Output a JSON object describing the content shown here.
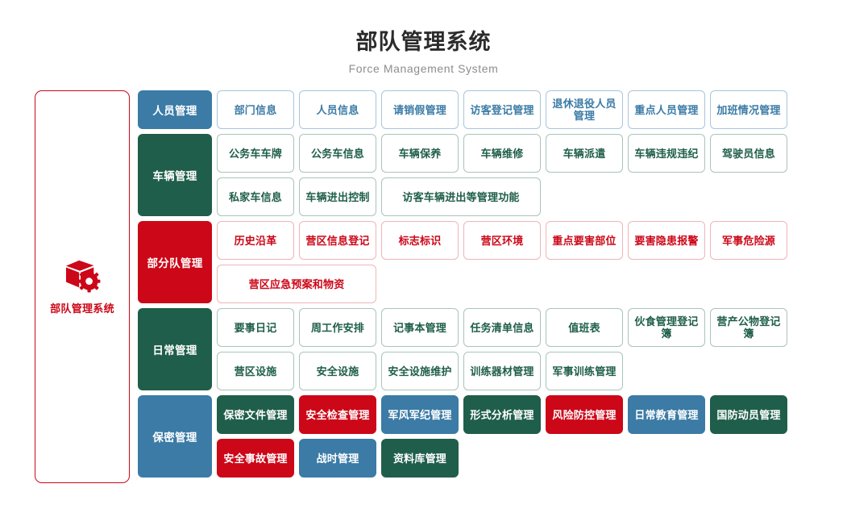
{
  "header": {
    "title": "部队管理系统",
    "subtitle": "Force Management System"
  },
  "brand": {
    "icon": "cube-gear-icon",
    "label": "部队管理系统",
    "color": "#cc0718"
  },
  "colors": {
    "blue": "#3b7ba6",
    "green": "#1f5e4a",
    "red": "#cc0718",
    "title_text": "#2b2b2b",
    "subtitle_text": "#8d8d8d"
  },
  "sections": [
    {
      "category": "人员管理",
      "color": "blue",
      "style": "outline",
      "rows": [
        [
          {
            "label": "部门信息"
          },
          {
            "label": "人员信息"
          },
          {
            "label": "请销假管理"
          },
          {
            "label": "访客登记管理"
          },
          {
            "label": "退休退役人员管理"
          },
          {
            "label": "重点人员管理"
          },
          {
            "label": "加班情况管理"
          }
        ]
      ]
    },
    {
      "category": "车辆管理",
      "color": "green",
      "style": "outline",
      "rows": [
        [
          {
            "label": "公务车车牌"
          },
          {
            "label": "公务车信息"
          },
          {
            "label": "车辆保养"
          },
          {
            "label": "车辆维修"
          },
          {
            "label": "车辆派遣"
          },
          {
            "label": "车辆违规违纪"
          },
          {
            "label": "驾驶员信息"
          }
        ],
        [
          {
            "label": "私家车信息"
          },
          {
            "label": "车辆进出控制"
          },
          {
            "label": "访客车辆进出等管理功能",
            "wide": true
          }
        ]
      ]
    },
    {
      "category": "部分队管理",
      "color": "red",
      "style": "outline",
      "rows": [
        [
          {
            "label": "历史沿革"
          },
          {
            "label": "营区信息登记"
          },
          {
            "label": "标志标识"
          },
          {
            "label": "营区环境"
          },
          {
            "label": "重点要害部位"
          },
          {
            "label": "要害隐患报警"
          },
          {
            "label": "军事危险源"
          }
        ],
        [
          {
            "label": "营区应急预案和物资",
            "wide": true
          }
        ]
      ]
    },
    {
      "category": "日常管理",
      "color": "green",
      "style": "outline",
      "rows": [
        [
          {
            "label": "要事日记"
          },
          {
            "label": "周工作安排"
          },
          {
            "label": "记事本管理"
          },
          {
            "label": "任务清单信息"
          },
          {
            "label": "值班表"
          },
          {
            "label": "伙食管理登记簿"
          },
          {
            "label": "营产公物登记簿"
          }
        ],
        [
          {
            "label": "营区设施"
          },
          {
            "label": "安全设施"
          },
          {
            "label": "安全设施维护"
          },
          {
            "label": "训练器材管理"
          },
          {
            "label": "军事训练管理"
          }
        ]
      ]
    },
    {
      "category": "保密管理",
      "color": "blue",
      "style": "filled",
      "rows": [
        [
          {
            "label": "保密文件管理",
            "fill": "green"
          },
          {
            "label": "安全检查管理",
            "fill": "red"
          },
          {
            "label": "军风军纪管理",
            "fill": "blue"
          },
          {
            "label": "形式分析管理",
            "fill": "green"
          },
          {
            "label": "风险防控管理",
            "fill": "red"
          },
          {
            "label": "日常教育管理",
            "fill": "blue"
          },
          {
            "label": "国防动员管理",
            "fill": "green"
          }
        ],
        [
          {
            "label": "安全事故管理",
            "fill": "red"
          },
          {
            "label": "战时管理",
            "fill": "blue"
          },
          {
            "label": "资料库管理",
            "fill": "green"
          }
        ]
      ]
    }
  ]
}
